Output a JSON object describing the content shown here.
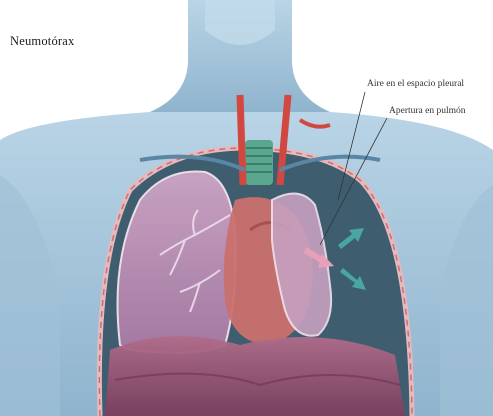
{
  "figure": {
    "title": "Neumotórax",
    "labels": {
      "air_pleural_space": "Aire en el espacio pleural",
      "lung_opening": "Apertura en pulmón"
    }
  },
  "palette": {
    "skin": "#a9c8dd",
    "skin_shadow": "#86adc7",
    "air_space": "#3e5d6f",
    "lung": "#b98fb4",
    "heart": "#c9706e",
    "artery": "#d2473f",
    "pleura": "#e6b9c0",
    "arrow": "#4aa6a0"
  }
}
